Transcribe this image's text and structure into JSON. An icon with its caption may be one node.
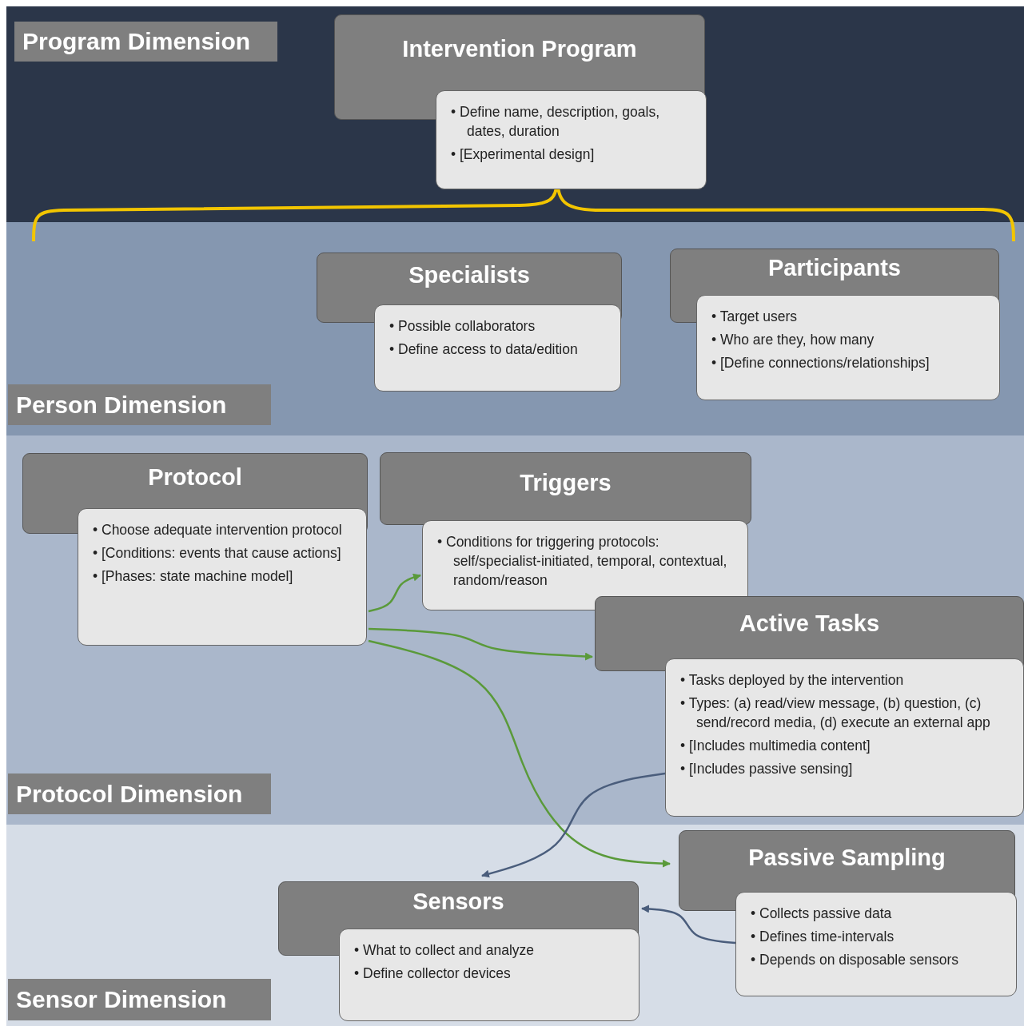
{
  "diagram": {
    "nodes": [
      {
        "text": [
          "Program Dimension"
        ]
      },
      {
        "text": [
          "Intervention Program",
          "• Define name, description, goals, dates, duration",
          "• [Experimental design]"
        ]
      },
      {
        "text": [
          "Person Dimension"
        ]
      },
      {
        "text": [
          "Specialists",
          "• Possible collaborators",
          "• Define access to data/edition"
        ]
      },
      {
        "text": [
          "Participants",
          "• Target users",
          "• Who are they, how many",
          "• [Define connections/relationships]"
        ]
      },
      {
        "text": [
          "Protocol Dimension"
        ]
      },
      {
        "text": [
          "Protocol",
          "• Choose adequate intervention protocol",
          "• [Conditions: events that cause actions]",
          "• [Phases: state machine model]"
        ]
      },
      {
        "text": [
          "Triggers",
          "• Conditions for triggering protocols: self/specialist-initiated, temporal, contextual, random/reason"
        ]
      },
      {
        "text": [
          "Active Tasks",
          "• Tasks deployed by the intervention",
          "• Types: (a) read/view message, (b) question, (c) send/record media, (d) execute an external app",
          "• [Includes multimedia content]",
          "• [Includes passive sensing]"
        ]
      },
      {
        "text": [
          "Sensor Dimension"
        ]
      },
      {
        "text": [
          "Passive Sampling",
          "• Collects passive data",
          "• Defines time-intervals",
          "• Depends on disposable sensors"
        ]
      },
      {
        "text": [
          "Sensors",
          "• What to collect and analyze",
          "• Define collector devices"
        ]
      }
    ],
    "edges": [
      {
        "from": 6,
        "to": 7,
        "arrow": "to",
        "color": "#5a9a3a"
      },
      {
        "from": 6,
        "to": 8,
        "arrow": "to",
        "color": "#5a9a3a"
      },
      {
        "from": 6,
        "to": 10,
        "arrow": "to",
        "color": "#5a9a3a"
      },
      {
        "from": 8,
        "to": 11,
        "arrow": "to",
        "color": "#4a5d7c"
      },
      {
        "from": 10,
        "to": 11,
        "arrow": "to",
        "color": "#4a5d7c"
      }
    ]
  }
}
